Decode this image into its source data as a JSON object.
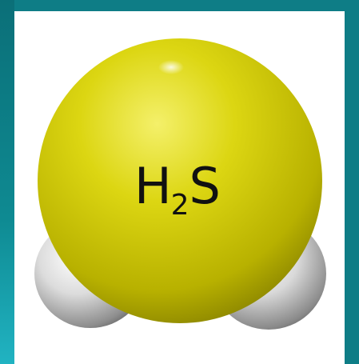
{
  "molecule": {
    "formula": {
      "element1": "H",
      "subscript": "2",
      "element2": "S"
    }
  },
  "colors": {
    "sulfur": "#d6d10b",
    "hydrogen": "#d8d8d8",
    "frame_teal": "#0e7d86",
    "frame_teal_dark": "#09646c",
    "background": "#ffffff"
  }
}
